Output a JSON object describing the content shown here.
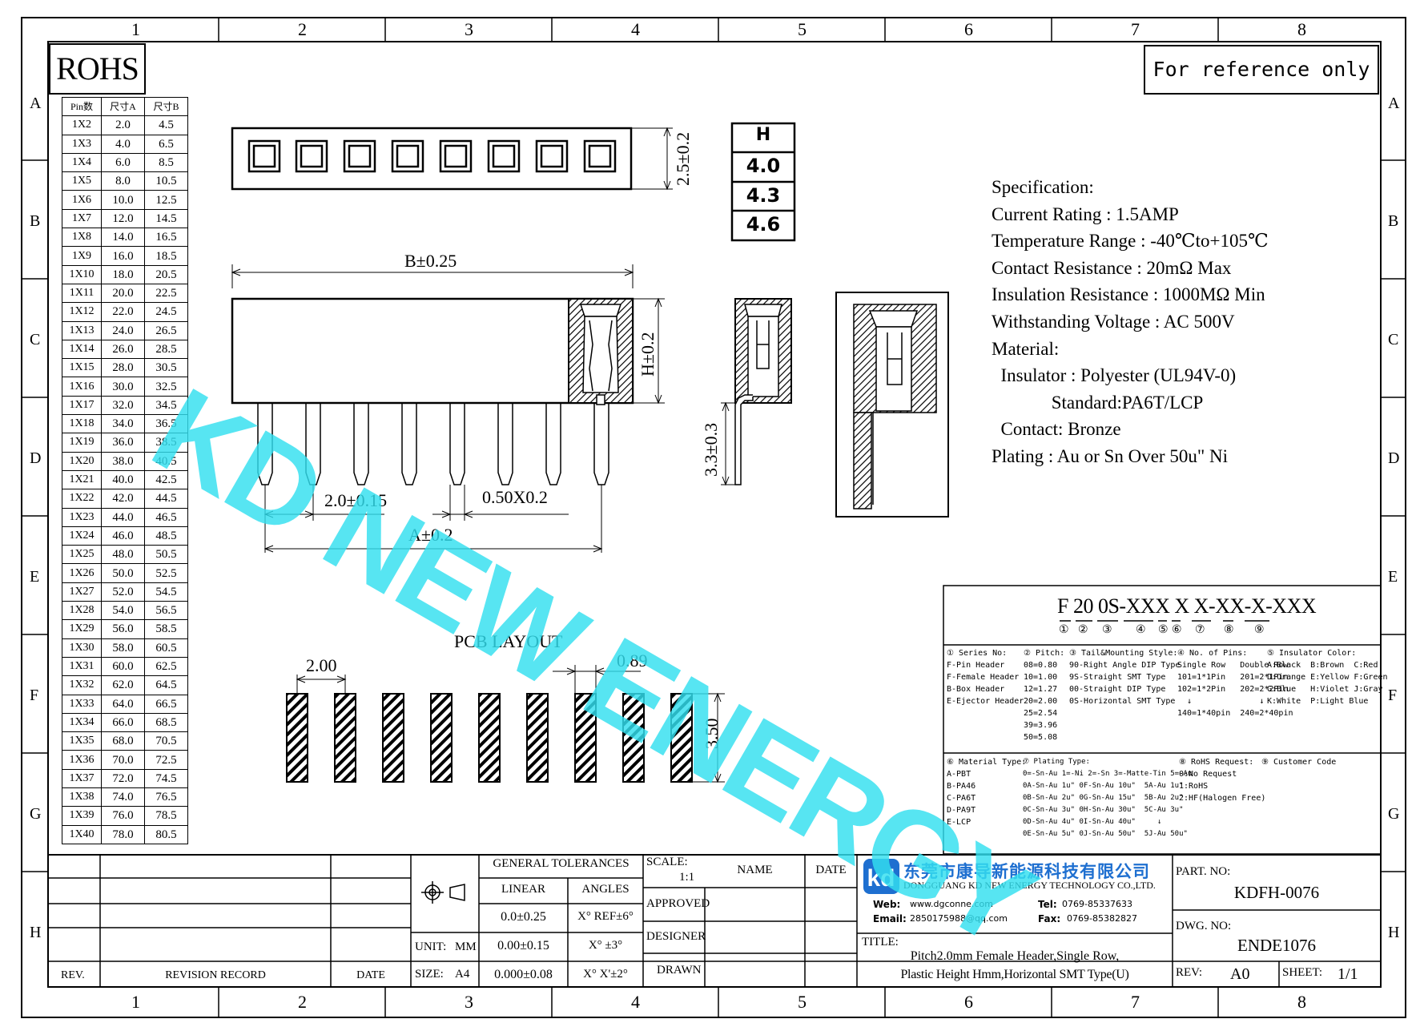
{
  "grid": {
    "columns": [
      "1",
      "2",
      "3",
      "4",
      "5",
      "6",
      "7",
      "8"
    ],
    "rows": [
      "A",
      "B",
      "C",
      "D",
      "E",
      "F",
      "G",
      "H"
    ]
  },
  "rohs": "ROHS",
  "reference_note": "For reference only",
  "watermark": "KD NEW ENERGY",
  "pin_table": {
    "headers": [
      "Pin数",
      "尺寸A",
      "尺寸B"
    ],
    "rows": [
      [
        "1X2",
        "2.0",
        "4.5"
      ],
      [
        "1X3",
        "4.0",
        "6.5"
      ],
      [
        "1X4",
        "6.0",
        "8.5"
      ],
      [
        "1X5",
        "8.0",
        "10.5"
      ],
      [
        "1X6",
        "10.0",
        "12.5"
      ],
      [
        "1X7",
        "12.0",
        "14.5"
      ],
      [
        "1X8",
        "14.0",
        "16.5"
      ],
      [
        "1X9",
        "16.0",
        "18.5"
      ],
      [
        "1X10",
        "18.0",
        "20.5"
      ],
      [
        "1X11",
        "20.0",
        "22.5"
      ],
      [
        "1X12",
        "22.0",
        "24.5"
      ],
      [
        "1X13",
        "24.0",
        "26.5"
      ],
      [
        "1X14",
        "26.0",
        "28.5"
      ],
      [
        "1X15",
        "28.0",
        "30.5"
      ],
      [
        "1X16",
        "30.0",
        "32.5"
      ],
      [
        "1X17",
        "32.0",
        "34.5"
      ],
      [
        "1X18",
        "34.0",
        "36.5"
      ],
      [
        "1X19",
        "36.0",
        "38.5"
      ],
      [
        "1X20",
        "38.0",
        "40.5"
      ],
      [
        "1X21",
        "40.0",
        "42.5"
      ],
      [
        "1X22",
        "42.0",
        "44.5"
      ],
      [
        "1X23",
        "44.0",
        "46.5"
      ],
      [
        "1X24",
        "46.0",
        "48.5"
      ],
      [
        "1X25",
        "48.0",
        "50.5"
      ],
      [
        "1X26",
        "50.0",
        "52.5"
      ],
      [
        "1X27",
        "52.0",
        "54.5"
      ],
      [
        "1X28",
        "54.0",
        "56.5"
      ],
      [
        "1X29",
        "56.0",
        "58.5"
      ],
      [
        "1X30",
        "58.0",
        "60.5"
      ],
      [
        "1X31",
        "60.0",
        "62.5"
      ],
      [
        "1X32",
        "62.0",
        "64.5"
      ],
      [
        "1X33",
        "64.0",
        "66.5"
      ],
      [
        "1X34",
        "66.0",
        "68.5"
      ],
      [
        "1X35",
        "68.0",
        "70.5"
      ],
      [
        "1X36",
        "70.0",
        "72.5"
      ],
      [
        "1X37",
        "72.0",
        "74.5"
      ],
      [
        "1X38",
        "74.0",
        "76.5"
      ],
      [
        "1X39",
        "76.0",
        "78.5"
      ],
      [
        "1X40",
        "78.0",
        "80.5"
      ]
    ]
  },
  "h_table": {
    "header": "H",
    "values": [
      "4.0",
      "4.3",
      "4.6"
    ]
  },
  "dimensions": {
    "top_height": "2.5±0.2",
    "b_width": "B±0.25",
    "h_height": "H±0.2",
    "pitch": "2.0±0.15",
    "pin_size": "0.50X0.2",
    "a_width": "A±0.2",
    "tail": "3.3±0.3"
  },
  "pcb": {
    "title": "PCB LAYOUT",
    "pitch": "2.00",
    "pad_width": "0.89",
    "pad_length": "3.50"
  },
  "specification": {
    "lines": [
      "Specification:",
      "Current Rating : 1.5AMP",
      "Temperature Range : -40℃to+105℃",
      "Contact Resistance : 20mΩ Max",
      "Insulation Resistance : 1000MΩ Min",
      "Withstanding Voltage : AC 500V",
      "Material:",
      "  Insulator : Polyester (UL94V-0)",
      "             Standard:PA6T/LCP",
      "  Contact: Bronze",
      "Plating : Au or Sn Over 50u\" Ni"
    ]
  },
  "part_code": {
    "code": "F 20 0S-XXX X X-XX-X-XXX",
    "markers": [
      "①",
      "②",
      "③",
      "④",
      "⑤",
      "⑥",
      "⑦",
      "⑧",
      "⑨"
    ],
    "blocks": [
      {
        "title": "① Series No:",
        "lines": [
          "F-Pin Header",
          "F-Female Header",
          "B-Box Header",
          "E-Ejector Header"
        ]
      },
      {
        "title": "② Pitch:",
        "lines": [
          "08=0.80",
          "10=1.00",
          "12=1.27",
          "20=2.00",
          "25=2.54",
          "39=3.96",
          "50=5.08"
        ]
      },
      {
        "title": "③ Tail&Mounting Style:",
        "lines": [
          "90-Right Angle DIP Type",
          "9S-Straight SMT Type",
          "00-Straight DIP Type",
          "0S-Horizontal SMT Type"
        ]
      },
      {
        "title": "④ No. of Pins:",
        "lines": [
          "Single Row   Double Row",
          "101=1*1Pin   201=2*1Pin",
          "102=1*2Pin   202=2*2Pin",
          "  ↓              ↓",
          "140=1*40pin  240=2*40pin"
        ]
      },
      {
        "title": "⑤ Insulator Color:",
        "lines": [
          "A:Black  B:Brown  C:Red",
          "D:Orange E:Yellow F:Green",
          "G:Blue   H:Violet J:Gray",
          "K:White  P:Light Blue"
        ]
      },
      {
        "title": "⑥ Material Type:",
        "lines": [
          "A-PBT",
          "B-PA46",
          "C-PA6T",
          "D-PA9T",
          "E-LCP"
        ]
      },
      {
        "title": "⑦ Plating Type:",
        "lines": [
          "0=-Sn-Au 1=-Ni 2=-Sn 3=-Matte-Tin 5=-Au",
          "0A-Sn-Au 1u\" 0F-Sn-Au 10u\"  5A-Au 1u\"",
          "0B-Sn-Au 2u\" 0G-Sn-Au 15u\"  5B-Au 2u\"",
          "0C-Sn-Au 3u\" 0H-Sn-Au 30u\"  5C-Au 3u\"",
          "0D-Sn-Au 4u\" 0I-Sn-Au 40u\"     ↓",
          "0E-Sn-Au 5u\" 0J-Sn-Au 50u\"  5J-Au 50u\""
        ]
      },
      {
        "title": "⑧ RoHS Request:",
        "lines": [
          "0:No Request",
          "1:RoHS",
          "2:HF(Halogen Free)"
        ]
      },
      {
        "title": "⑨ Customer Code",
        "lines": []
      }
    ]
  },
  "title_block": {
    "general_tolerances": "GENERAL TOLERANCES",
    "linear": "LINEAR",
    "angles": "ANGLES",
    "tol_rows": [
      {
        "linear": "0.0±0.25",
        "angle": "X° REF±6°"
      },
      {
        "linear": "0.00±0.15",
        "angle": "X° ±3°"
      },
      {
        "linear": "0.000±0.08",
        "angle": "X° X'±2°"
      }
    ],
    "unit_label": "UNIT:",
    "unit_value": "MM",
    "size_label": "SIZE:",
    "size_value": "A4",
    "scale_label": "SCALE:",
    "scale_value": "1:1",
    "name": "NAME",
    "date": "DATE",
    "approved": "APPROVED",
    "designer": "DESIGNER",
    "drawn": "DRAWN",
    "rev": "REV.",
    "revision_record": "REVISION RECORD",
    "rev_date": "DATE",
    "company_cn": "东莞市康导新能源科技有限公司",
    "company_en": "DONGGUANG KD NEW ENERGY TECHNOLOGY CO.,LTD.",
    "web_label": "Web:",
    "web": "www.dgconne.com",
    "tel_label": "Tel:",
    "tel": "0769-85337633",
    "email_label": "Email:",
    "email": "2850175988@qq.com",
    "fax_label": "Fax:",
    "fax": "0769-85382827",
    "title_label": "TITLE:",
    "title_line1": "Pitch2.0mm Female Header,Single Row,",
    "title_line2": "Plastic Height Hmm,Horizontal SMT Type(U)",
    "part_no_label": "PART. NO:",
    "part_no": "KDFH-0076",
    "dwg_no_label": "DWG. NO:",
    "dwg_no": "ENDE1076",
    "rev_label": "REV:",
    "rev_value": "A0",
    "sheet_label": "SHEET:",
    "sheet_value": "1/1"
  }
}
